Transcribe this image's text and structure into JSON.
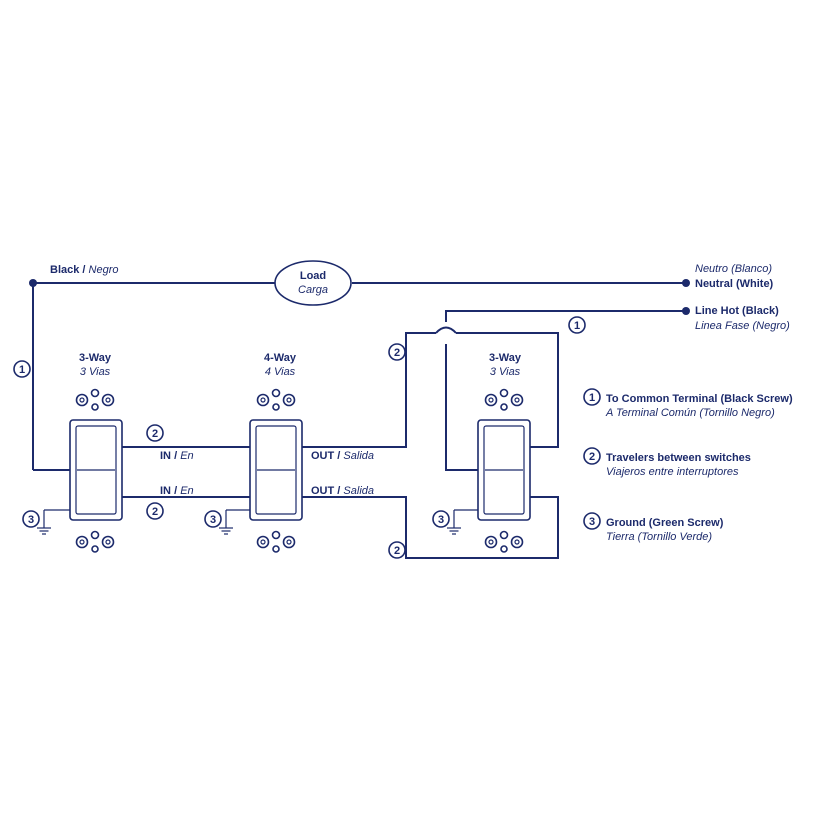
{
  "colors": {
    "ink": "#1c2a6b",
    "background": "#ffffff"
  },
  "wires": {
    "black_b": "Black",
    "black_i": "Negro",
    "neutral_es": "Neutro (Blanco)",
    "neutral_en": "Neutral (White)",
    "line_hot_en": "Line Hot (Black)",
    "line_hot_es": "Linea Fase (Negro)"
  },
  "load": {
    "title": "Load",
    "subtitle": "Carga"
  },
  "switches": [
    {
      "title": "3-Way",
      "subtitle": "3 Vias"
    },
    {
      "title": "4-Way",
      "subtitle": "4 Vias"
    },
    {
      "title": "3-Way",
      "subtitle": "3 Vias"
    }
  ],
  "terminals": {
    "in_b": "IN",
    "in_i": "En",
    "out_b": "OUT",
    "out_i": "Salida",
    "slash": "/"
  },
  "markers": {
    "one": "1",
    "two": "2",
    "three": "3"
  },
  "legend": [
    {
      "num": "1",
      "title": "To Common Terminal (Black Screw)",
      "subtitle": "A Terminal Común (Tornillo Negro)"
    },
    {
      "num": "2",
      "title": "Travelers between switches",
      "subtitle": "Viajeros entre interruptores"
    },
    {
      "num": "3",
      "title": "Ground (Green Screw)",
      "subtitle": "Tierra (Tornillo Verde)"
    }
  ]
}
